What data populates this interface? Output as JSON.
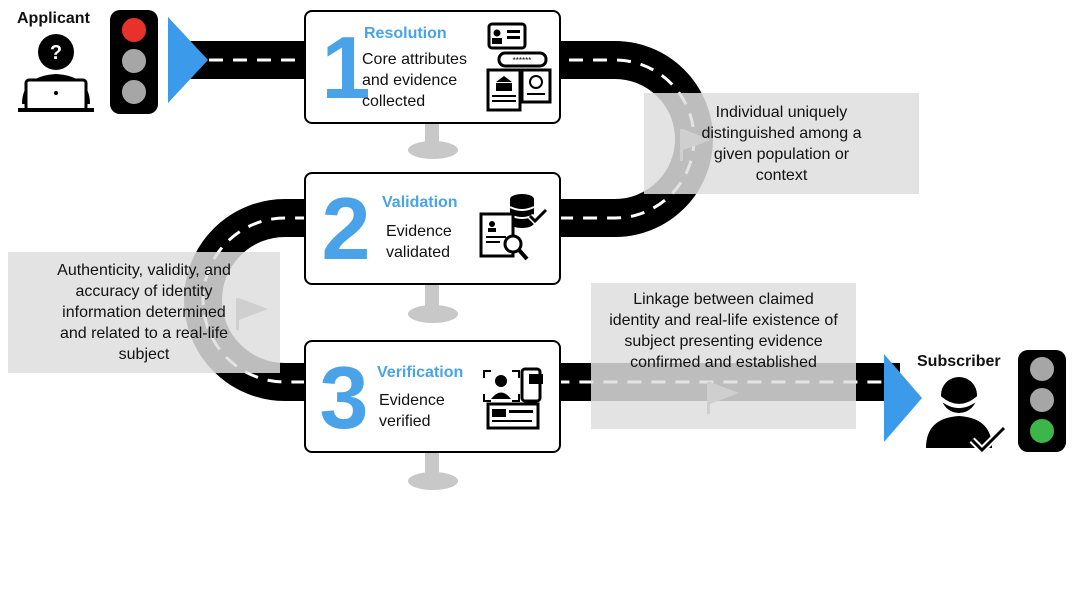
{
  "applicant": {
    "label": "Applicant",
    "light": [
      "#E8312B",
      "#A6A6A6",
      "#A6A6A6"
    ]
  },
  "subscriber": {
    "label": "Subscriber",
    "light": [
      "#A6A6A6",
      "#A6A6A6",
      "#3CB54A"
    ]
  },
  "stages": [
    {
      "number": "1",
      "title": "Resolution",
      "desc": [
        "Core attributes",
        "and evidence",
        "collected"
      ],
      "icons": [
        "id-card-icon",
        "password-field-icon",
        "bank-document-icon",
        "passport-icon"
      ]
    },
    {
      "number": "2",
      "title": "Validation",
      "desc": [
        "Evidence",
        "validated"
      ],
      "icons": [
        "database-check-icon",
        "document-search-icon"
      ]
    },
    {
      "number": "3",
      "title": "Verification",
      "desc": [
        "Evidence",
        "verified"
      ],
      "icons": [
        "face-scan-icon",
        "phone-chat-icon",
        "id-card-icon"
      ]
    }
  ],
  "callouts": {
    "resolution": [
      "Individual uniquely",
      "distinguished among a",
      "given population or",
      "context"
    ],
    "validation": [
      "Authenticity, validity, and",
      "accuracy of identity",
      "information determined",
      "and related to a real-life",
      "subject"
    ],
    "verification": [
      "Linkage between claimed",
      "identity and real-life existence of",
      "subject presenting evidence",
      "confirmed and established"
    ]
  },
  "colors": {
    "accent": "#4AA3E8",
    "road": "#000000",
    "road_dash": "#FFFFFF",
    "callout": "#DEDEDE",
    "flag": "#777777",
    "post": "#C8C8C8"
  }
}
